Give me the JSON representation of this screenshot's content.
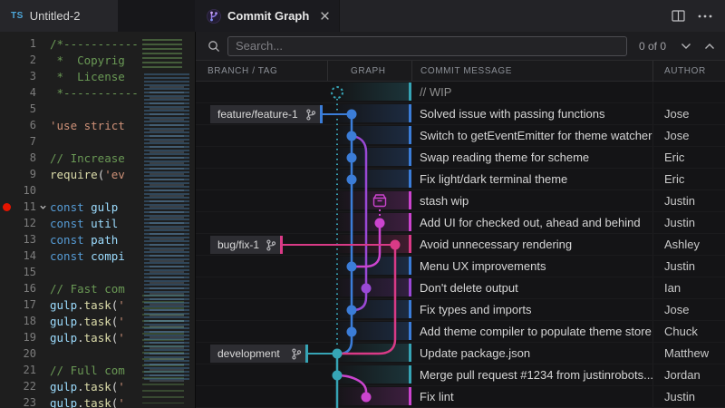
{
  "tabs": {
    "editor_tab": {
      "label": "Untitled-2",
      "file_type": "TS"
    },
    "panel_tab": {
      "label": "Commit Graph"
    }
  },
  "search": {
    "placeholder": "Search...",
    "count": "0 of 0"
  },
  "table": {
    "headers": [
      "BRANCH / TAG",
      "GRAPH",
      "COMMIT MESSAGE",
      "AUTHOR"
    ]
  },
  "palette": {
    "blue": "#3b7dd8",
    "purple": "#9a49d6",
    "magenta": "#cb44ce",
    "pink": "#d93a86",
    "teal": "#36a4b5",
    "breakpoint": "#e51400",
    "ts": "#4da6d9"
  },
  "rows": [
    {
      "message": "// WIP",
      "author": "",
      "color": "teal",
      "wip": true
    },
    {
      "message": "Solved issue with passing functions",
      "author": "Jose",
      "color": "blue",
      "label": "feature/feature-1"
    },
    {
      "message": "Switch to getEventEmitter for theme watcher",
      "author": "Jose",
      "color": "blue"
    },
    {
      "message": "Swap reading theme for scheme",
      "author": "Eric",
      "color": "blue"
    },
    {
      "message": "Fix light/dark terminal theme",
      "author": "Eric",
      "color": "blue"
    },
    {
      "message": "stash wip",
      "author": "Justin",
      "color": "magenta"
    },
    {
      "message": "Add UI for checked out, ahead and behind",
      "author": "Justin",
      "color": "magenta"
    },
    {
      "message": "Avoid unnecessary rendering",
      "author": "Ashley",
      "color": "pink",
      "label": "bug/fix-1"
    },
    {
      "message": "Menu UX improvements",
      "author": "Justin",
      "color": "blue"
    },
    {
      "message": "Don't delete output",
      "author": "Ian",
      "color": "purple"
    },
    {
      "message": "Fix types and imports",
      "author": "Jose",
      "color": "blue"
    },
    {
      "message": "Add theme compiler to populate theme store",
      "author": "Chuck",
      "color": "blue"
    },
    {
      "message": "Update package.json",
      "author": "Matthew",
      "color": "teal",
      "label": "development"
    },
    {
      "message": "Merge pull request #1234 from justinrobots...",
      "author": "Jordan",
      "color": "teal"
    },
    {
      "message": "Fix lint",
      "author": "Justin",
      "color": "magenta"
    }
  ],
  "editor": {
    "lines": [
      {
        "n": 1,
        "segs": [
          [
            "c",
            "/*------------"
          ]
        ]
      },
      {
        "n": 2,
        "segs": [
          [
            "c",
            " *  Copyrig"
          ]
        ]
      },
      {
        "n": 3,
        "segs": [
          [
            "c",
            " *  License"
          ]
        ]
      },
      {
        "n": 4,
        "segs": [
          [
            "c",
            " *------------"
          ]
        ]
      },
      {
        "n": 5,
        "segs": []
      },
      {
        "n": 6,
        "segs": [
          [
            "s",
            "'use strict"
          ]
        ]
      },
      {
        "n": 7,
        "segs": []
      },
      {
        "n": 8,
        "segs": [
          [
            "c",
            "// Increase"
          ]
        ]
      },
      {
        "n": 9,
        "segs": [
          [
            "f",
            "require"
          ],
          [
            "p",
            "("
          ],
          [
            "s",
            "'ev"
          ]
        ]
      },
      {
        "n": 10,
        "segs": []
      },
      {
        "n": 11,
        "segs": [
          [
            "k",
            "const "
          ],
          [
            "v",
            "gulp"
          ]
        ],
        "bp": true,
        "fold": true
      },
      {
        "n": 12,
        "segs": [
          [
            "k",
            "const "
          ],
          [
            "v",
            "util"
          ]
        ]
      },
      {
        "n": 13,
        "segs": [
          [
            "k",
            "const "
          ],
          [
            "v",
            "path"
          ]
        ]
      },
      {
        "n": 14,
        "segs": [
          [
            "k",
            "const "
          ],
          [
            "v",
            "compi"
          ]
        ]
      },
      {
        "n": 15,
        "segs": []
      },
      {
        "n": 16,
        "segs": [
          [
            "c",
            "// Fast com"
          ]
        ]
      },
      {
        "n": 17,
        "segs": [
          [
            "v",
            "gulp"
          ],
          [
            "p",
            "."
          ],
          [
            "f",
            "task"
          ],
          [
            "p",
            "("
          ],
          [
            "s",
            "'"
          ]
        ]
      },
      {
        "n": 18,
        "segs": [
          [
            "v",
            "gulp"
          ],
          [
            "p",
            "."
          ],
          [
            "f",
            "task"
          ],
          [
            "p",
            "("
          ],
          [
            "s",
            "'"
          ]
        ]
      },
      {
        "n": 19,
        "segs": [
          [
            "v",
            "gulp"
          ],
          [
            "p",
            "."
          ],
          [
            "f",
            "task"
          ],
          [
            "p",
            "("
          ],
          [
            "s",
            "'"
          ]
        ]
      },
      {
        "n": 20,
        "segs": []
      },
      {
        "n": 21,
        "segs": [
          [
            "c",
            "// Full com"
          ]
        ]
      },
      {
        "n": 22,
        "segs": [
          [
            "v",
            "gulp"
          ],
          [
            "p",
            "."
          ],
          [
            "f",
            "task"
          ],
          [
            "p",
            "("
          ],
          [
            "s",
            "'"
          ]
        ]
      },
      {
        "n": 23,
        "segs": [
          [
            "v",
            "gulp"
          ],
          [
            "p",
            "."
          ],
          [
            "f",
            "task"
          ],
          [
            "p",
            "("
          ],
          [
            "s",
            "'"
          ]
        ]
      }
    ]
  }
}
